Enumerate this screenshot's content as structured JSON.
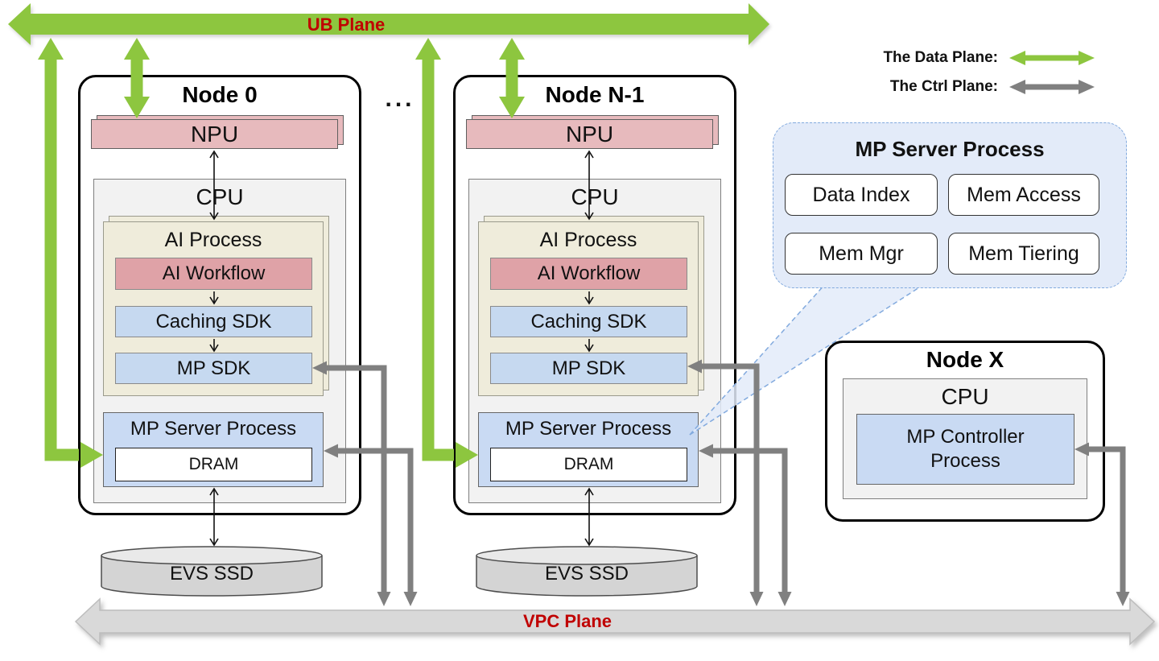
{
  "planes": {
    "ub": {
      "label": "UB Plane"
    },
    "vpc": {
      "label": "VPC Plane"
    }
  },
  "legend": {
    "data_plane_label": "The Data Plane:",
    "ctrl_plane_label": "The Ctrl Plane:"
  },
  "nodes": [
    {
      "title": "Node 0",
      "npu": "NPU",
      "cpu": "CPU",
      "ai_process": "AI Process",
      "ai_workflow": "AI Workflow",
      "caching_sdk": "Caching SDK",
      "mp_sdk": "MP SDK",
      "mp_server": "MP Server Process",
      "dram": "DRAM",
      "storage": "EVS SSD"
    },
    {
      "title": "Node N-1",
      "npu": "NPU",
      "cpu": "CPU",
      "ai_process": "AI Process",
      "ai_workflow": "AI Workflow",
      "caching_sdk": "Caching SDK",
      "mp_sdk": "MP SDK",
      "mp_server": "MP Server Process",
      "dram": "DRAM",
      "storage": "EVS SSD"
    }
  ],
  "ellipsis": "...",
  "callout": {
    "title": "MP Server Process",
    "items": [
      "Data Index",
      "Mem Access",
      "Mem Mgr",
      "Mem Tiering"
    ]
  },
  "node_x": {
    "title": "Node X",
    "cpu": "CPU",
    "controller": "MP Controller Process"
  },
  "colors": {
    "data_plane_green": "#8dc63f",
    "ctrl_plane_gray": "#808080",
    "plane_label_red": "#c00000",
    "plane_gray": "#d9d9d9",
    "npu_pink": "#e7babd",
    "workflow_pink": "#dfa2a7",
    "sdk_blue": "#c6d9f0",
    "server_blue": "#c9daf3",
    "process_beige": "#efecdb",
    "cpu_gray": "#f2f2f2",
    "callout_bg": "#e3ebf9",
    "callout_border": "#82aade"
  }
}
